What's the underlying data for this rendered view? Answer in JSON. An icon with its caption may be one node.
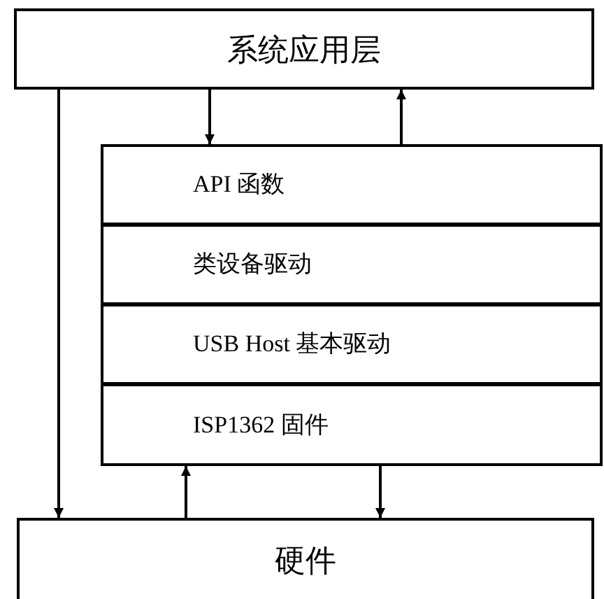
{
  "diagram": {
    "nodes": [
      {
        "text": [
          "系统应用层"
        ]
      },
      {
        "text": [
          "API 函数"
        ]
      },
      {
        "text": [
          "类设备驱动"
        ]
      },
      {
        "text": [
          "USB Host 基本驱动"
        ]
      },
      {
        "text": [
          "ISP1362 固件"
        ]
      },
      {
        "text": [
          "硬件"
        ]
      }
    ],
    "edges": [
      {
        "from": 0,
        "to": 1,
        "arrow": "to"
      },
      {
        "from": 1,
        "to": 0,
        "arrow": "to"
      },
      {
        "from": 0,
        "to": 5,
        "arrow": "to"
      },
      {
        "from": 5,
        "to": 4,
        "arrow": "to"
      },
      {
        "from": 4,
        "to": 5,
        "arrow": "to"
      }
    ]
  }
}
